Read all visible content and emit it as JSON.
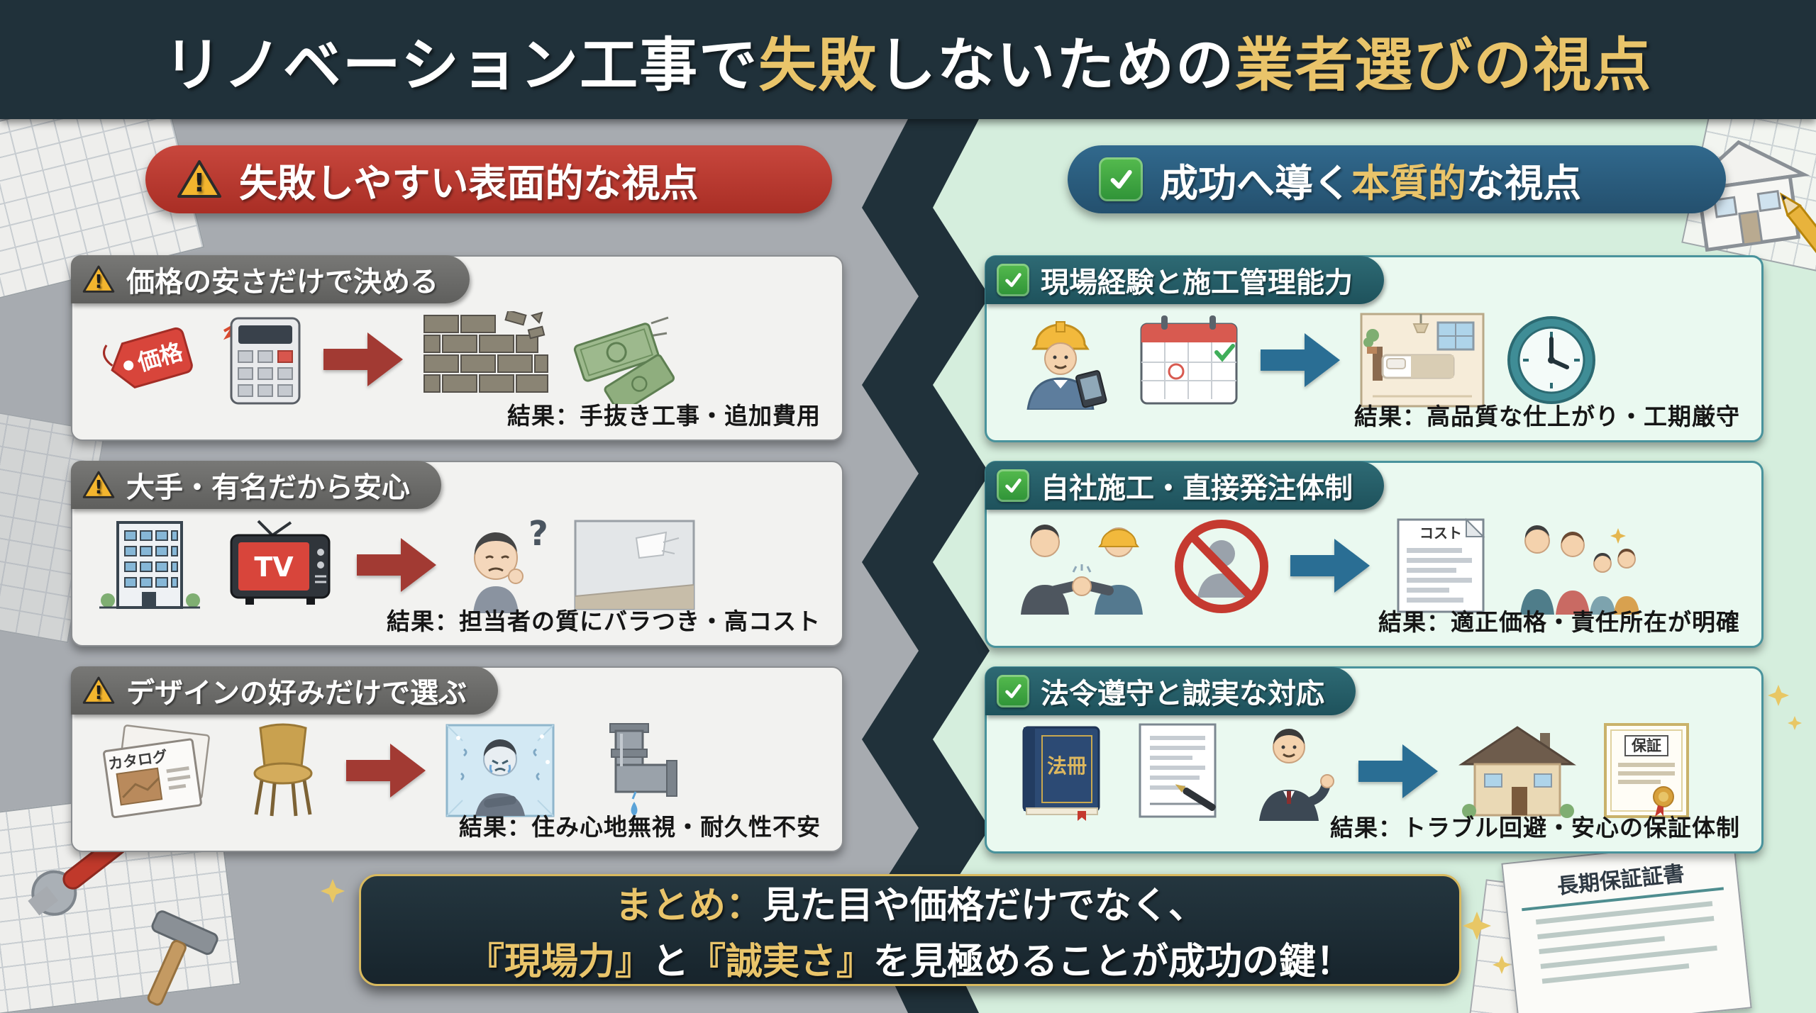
{
  "header": {
    "title_part1": "リノベーション工事で",
    "title_part2": "失敗",
    "title_part3": "しないための",
    "title_part4": "業者選びの視点"
  },
  "left": {
    "banner_text": "失敗しやすい表面的な視点",
    "warning_mark": "!",
    "cards": [
      {
        "title": "価格の安さだけで決める",
        "result": "結果：手抜き工事・追加費用",
        "price_tag_label": "価格"
      },
      {
        "title": "大手・有名だから安心",
        "result": "結果：担当者の質にバラつき・高コスト",
        "tv_label": "TV",
        "question_mark": "?"
      },
      {
        "title": "デザインの好みだけで選ぶ",
        "result": "結果：住み心地無視・耐久性不安",
        "catalog_label": "カタログ"
      }
    ]
  },
  "right": {
    "banner_part1": "成功へ導く",
    "banner_part2": "本質的",
    "banner_part3": "な視点",
    "cards": [
      {
        "title": "現場経験と施工管理能力",
        "result": "結果：高品質な仕上がり・工期厳守"
      },
      {
        "title": "自社施工・直接発注体制",
        "result": "結果：適正価格・責任所在が明確",
        "doc_label": "コスト"
      },
      {
        "title": "法令遵守と誠実な対応",
        "result": "結果：トラブル回避・安心の保証体制",
        "book_label": "法冊",
        "cert_label": "保証"
      }
    ]
  },
  "summary": {
    "lead": "まとめ：",
    "line1": "見た目や価格だけでなく、",
    "hl1": "『現場力』",
    "mid": "と",
    "hl2": "『誠実さ』",
    "tail": "を見極めることが成功の鍵！"
  },
  "decor": {
    "warranty_label": "長期保証証書"
  },
  "colors": {
    "header_bg": "#20313a",
    "gold": "#e9c46a",
    "left_banner_red": "#bf3a30",
    "right_banner_blue": "#2c6586",
    "left_bg_gray": "#a7abb0",
    "right_bg_mint": "#d5eedd",
    "left_card": "#f2f2f0",
    "right_card": "#eaf9f0",
    "red_arrow": "#a23a33",
    "blue_arrow": "#2a6e94"
  }
}
